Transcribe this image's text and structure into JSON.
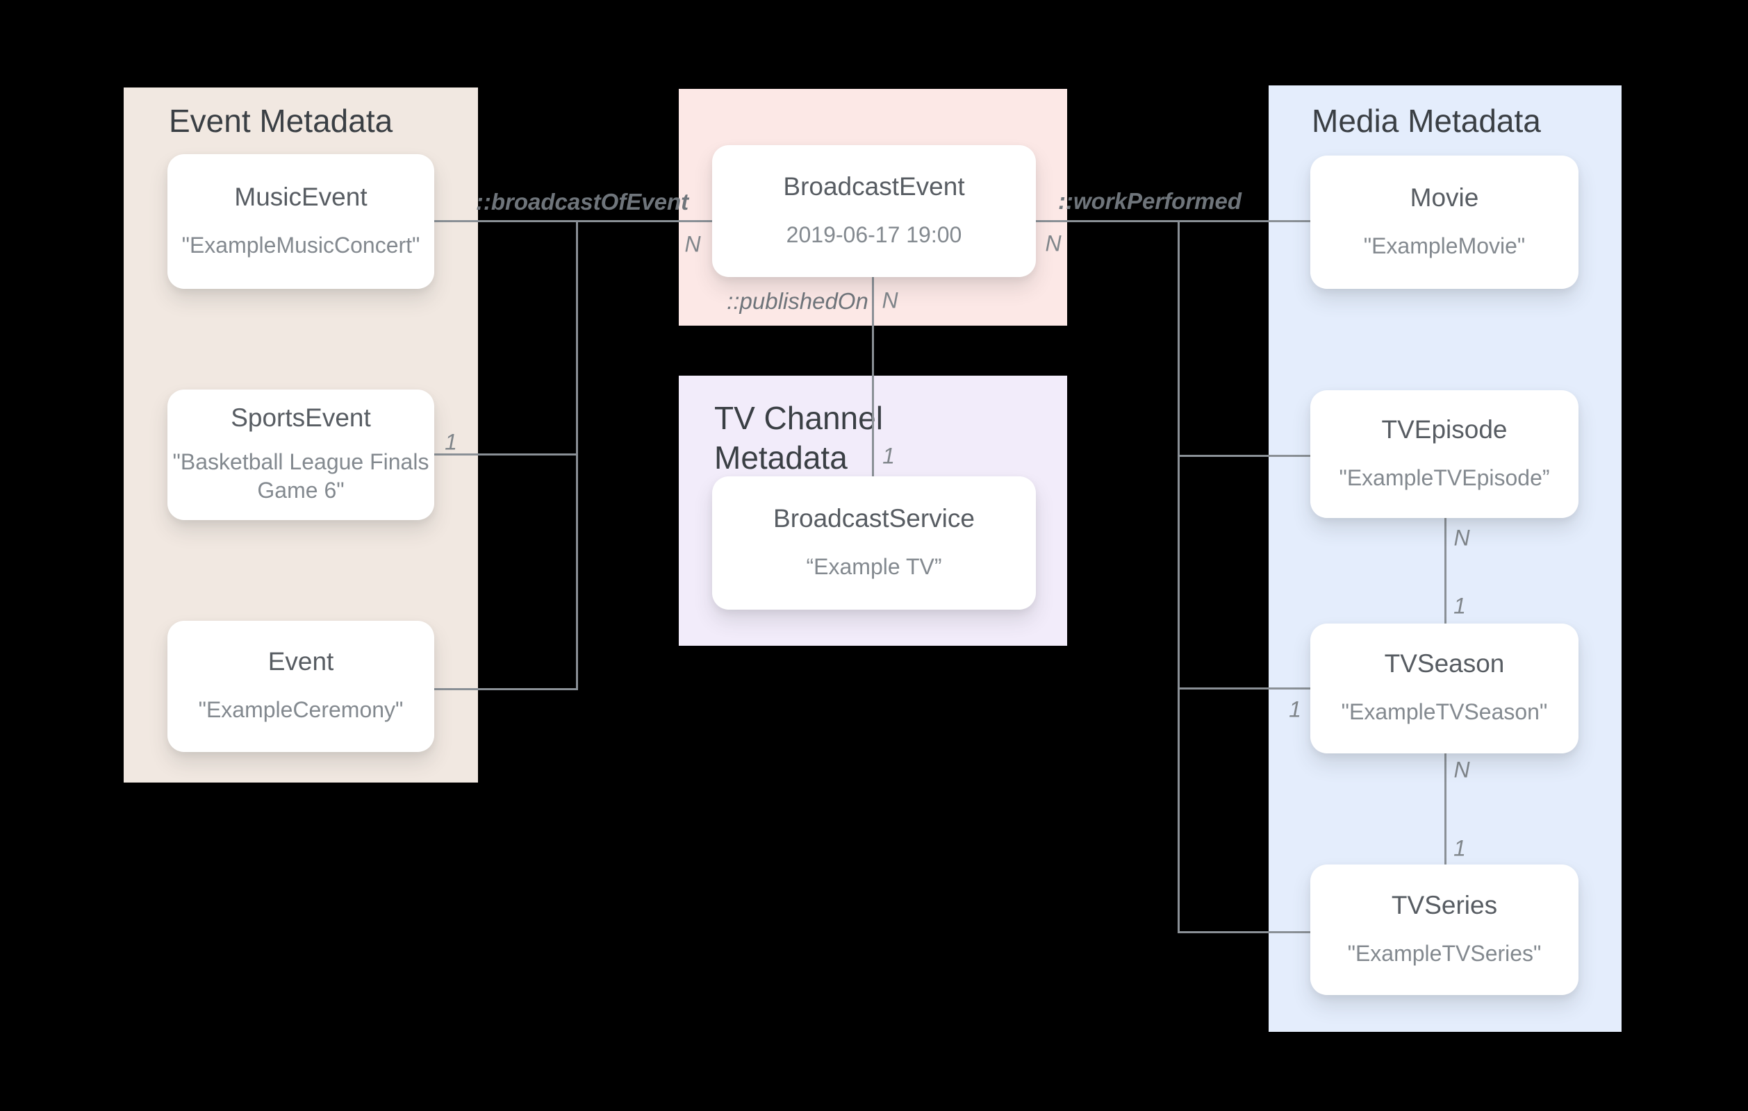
{
  "colors": {
    "background": "#000000",
    "panel_event": "#f1e8e1",
    "panel_broadcast": "#fce8e6",
    "panel_tv_channel": "#f2ecfa",
    "panel_media": "#e4edfc",
    "card": "#ffffff",
    "line": "#8a9096",
    "heading_text": "#3a3f44",
    "node_title_text": "#575c62",
    "node_subtitle_text": "#83898f",
    "edge_label_text": "#6f757b"
  },
  "panels": {
    "event": {
      "title": "Event Metadata"
    },
    "tv_channel": {
      "title": "TV Channel Metadata"
    },
    "media": {
      "title": "Media Metadata"
    }
  },
  "nodes": {
    "music_event": {
      "title": "MusicEvent",
      "subtitle": "\"ExampleMusicConcert\""
    },
    "sports_event": {
      "title": "SportsEvent",
      "subtitle": "\"Basketball League Finals Game 6\""
    },
    "event": {
      "title": "Event",
      "subtitle": "\"ExampleCeremony\""
    },
    "broadcast_event": {
      "title": "BroadcastEvent",
      "subtitle": "2019-06-17 19:00"
    },
    "broadcast_service": {
      "title": "BroadcastService",
      "subtitle": "“Example TV”"
    },
    "movie": {
      "title": "Movie",
      "subtitle": "\"ExampleMovie\""
    },
    "tv_episode": {
      "title": "TVEpisode",
      "subtitle": "\"ExampleTVEpisode”"
    },
    "tv_season": {
      "title": "TVSeason",
      "subtitle": "\"ExampleTVSeason\""
    },
    "tv_series": {
      "title": "TVSeries",
      "subtitle": "\"ExampleTVSeries\""
    }
  },
  "edge_labels": {
    "broadcast_of_event": "::broadcastOfEvent",
    "work_performed": "::workPerformed",
    "published_on": "::publishedOn"
  },
  "multiplicities": {
    "broadcast_event_left": "N",
    "broadcast_event_right": "N",
    "published_on_top": "N",
    "published_on_bottom": "1",
    "sports_event": "1",
    "tv_season_left": "1",
    "episode_season_n": "N",
    "episode_season_1": "1",
    "season_series_n": "N",
    "season_series_1": "1"
  }
}
